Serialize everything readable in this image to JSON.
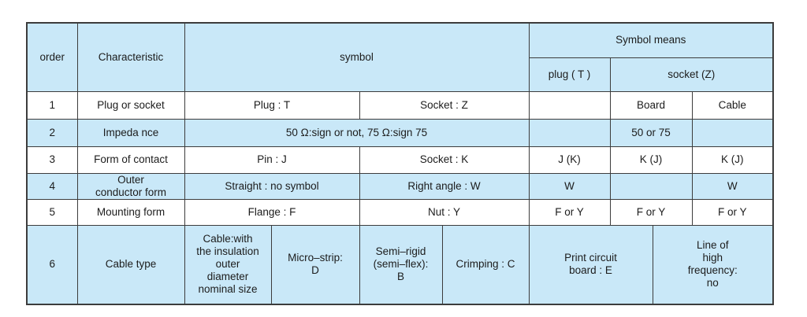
{
  "colors": {
    "background": "#ffffff",
    "fill_blue": "#c9e8f8",
    "border": "#3c3c3c",
    "text": "#1c1c1c"
  },
  "header": {
    "order": "order",
    "characteristic": "Characteristic",
    "symbol": "symbol",
    "symbol_means": "Symbol means",
    "plug": "plug ( T )",
    "socket": "socket (Z)"
  },
  "rows": [
    {
      "order": "1",
      "characteristic": "Plug or socket",
      "symbol_left": "Plug : T",
      "symbol_right": "Socket : Z",
      "plug": "",
      "board": "Board",
      "cable": "Cable"
    },
    {
      "order": "2",
      "characteristic": "Impeda nce",
      "symbol_full": "50 Ω:sign or not, 75 Ω:sign 75",
      "plug": "",
      "board": "50 or 75",
      "cable": ""
    },
    {
      "order": "3",
      "characteristic": "Form of contact",
      "symbol_left": "Pin : J",
      "symbol_right": "Socket : K",
      "plug": "J (K)",
      "board": "K (J)",
      "cable": "K (J)"
    },
    {
      "order": "4",
      "characteristic": "Outer\nconductor form",
      "symbol_left": "Straight : no symbol",
      "symbol_right": "Right angle : W",
      "plug": "W",
      "board": "",
      "cable": "W"
    },
    {
      "order": "5",
      "characteristic": "Mounting form",
      "symbol_left": "Flange : F",
      "symbol_right": "Nut : Y",
      "plug": "F or Y",
      "board": "F or Y",
      "cable": "F or Y"
    },
    {
      "order": "6",
      "characteristic": "Cable type",
      "symbol_cells": [
        "Cable:with\nthe  insulation\nouter\ndiameter\nnominal size",
        "Micro–strip:\nD",
        "Semi–rigid\n(semi–flex):\nB",
        "Crimping : C"
      ],
      "means_cells": [
        "Print circuit\nboard : E",
        "Line of\nhigh\nfrequency:\nno"
      ]
    }
  ]
}
